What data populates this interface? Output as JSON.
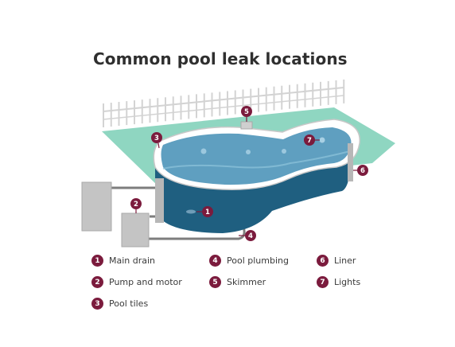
{
  "title": "Common pool leak locations",
  "colors": {
    "marker": "#7b1b3d",
    "water_dark": "#1f5f80",
    "water_light": "#5f9fc0",
    "deck": "#8fd6c1",
    "equipment": "#c4c4c4",
    "pipe": "#7d7d7d"
  },
  "markers": [
    "1",
    "2",
    "3",
    "4",
    "5",
    "6",
    "7"
  ],
  "legend": [
    {
      "num": "1",
      "label": "Main drain"
    },
    {
      "num": "2",
      "label": "Pump and motor"
    },
    {
      "num": "3",
      "label": "Pool tiles"
    },
    {
      "num": "4",
      "label": "Pool plumbing"
    },
    {
      "num": "5",
      "label": "Skimmer"
    },
    {
      "num": "6",
      "label": "Liner"
    },
    {
      "num": "7",
      "label": "Lights"
    }
  ]
}
